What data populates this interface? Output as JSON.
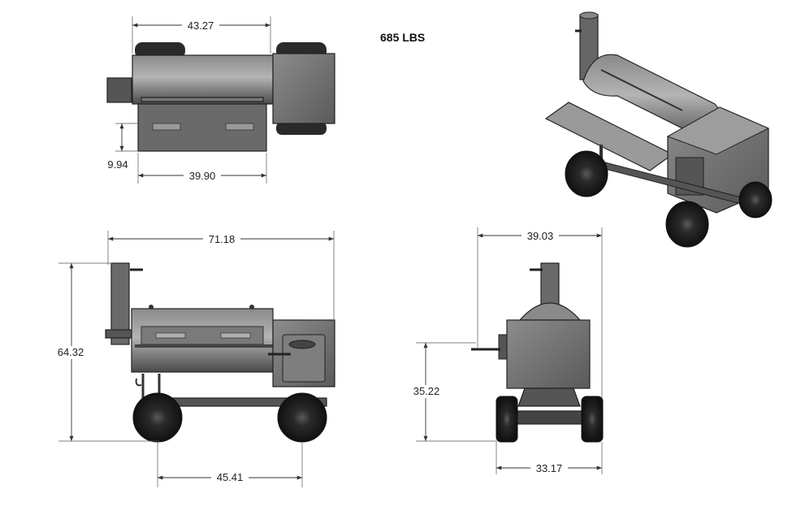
{
  "weight_label": "685 LBS",
  "dimensions": {
    "top_view_width": "43.27",
    "top_view_tray_height": "9.94",
    "top_view_tray_width": "39.90",
    "side_overall_length": "71.18",
    "side_overall_height": "64.32",
    "side_wheelbase": "45.41",
    "front_overall_width": "39.03",
    "front_firebox_height": "35.22",
    "front_track_width": "33.17"
  },
  "colors": {
    "body_dark": "#3f3f3f",
    "body_mid": "#6e6e6e",
    "body_light": "#9a9a9a",
    "tire": "#1c1c1c",
    "dimension_line": "#333333"
  }
}
